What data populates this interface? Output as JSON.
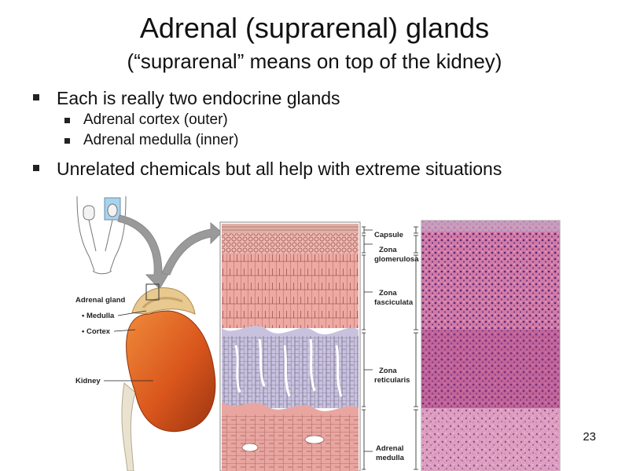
{
  "slide": {
    "title": "Adrenal (suprarenal) glands",
    "subtitle": "(“suprarenal”  means on top of the kidney)",
    "bullets": [
      {
        "text": "Each is really two endocrine glands",
        "sub": [
          "Adrenal cortex (outer)",
          "Adrenal medulla (inner)"
        ]
      },
      {
        "text": "Unrelated chemicals but all help with extreme situations"
      }
    ],
    "page_number": "23"
  },
  "figure": {
    "labels_left": {
      "adrenal_gland": "Adrenal gland",
      "medulla": "• Medulla",
      "cortex": "• Cortex",
      "kidney": "Kidney"
    },
    "zones": {
      "capsule": "Capsule",
      "zona": "Zona",
      "glomerulosa": "glomerulosa",
      "fasciculata": "fasciculata",
      "reticularis": "reticularis",
      "adrenal": "Adrenal",
      "medulla": "medulla"
    },
    "colors": {
      "kidney": "#d9561c",
      "adrenal": "#e8c98f",
      "cortex_pink": "#efa9a3",
      "reticularis_lavender": "#c9c2de",
      "micro_bg": "#d27aa6"
    }
  }
}
